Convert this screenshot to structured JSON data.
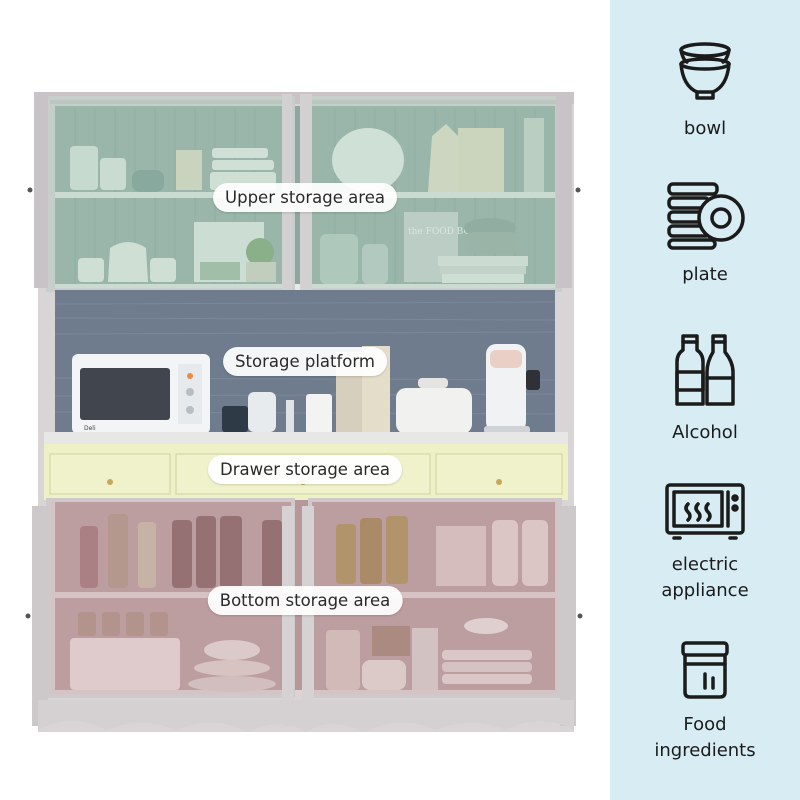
{
  "zones": {
    "upper": "Upper storage area",
    "platform": "Storage platform",
    "drawer": "Drawer storage area",
    "bottom": "Bottom storage area"
  },
  "features": [
    {
      "icon": "bowl-icon",
      "label": "bowl"
    },
    {
      "icon": "plate-icon",
      "label": "plate"
    },
    {
      "icon": "alcohol-icon",
      "label": "Alcohol"
    },
    {
      "icon": "microwave-icon",
      "label": "electric\nappliance"
    },
    {
      "icon": "food-jar-icon",
      "label": "Food\ningredients"
    }
  ],
  "colors": {
    "panel_bg": "#d7ecf3",
    "upper_glass": "#a8c9b8",
    "drawer_yellow": "#eef0c6",
    "bottom_glass": "#c9a8a9",
    "cabinet_frame": "#d9d4d6",
    "backboard": "#6f7c8e",
    "icon_stroke": "#1b1b1b"
  },
  "appliance_text": {
    "book_title": "the FOOD BOOK",
    "microwave_brand": "Deli"
  }
}
